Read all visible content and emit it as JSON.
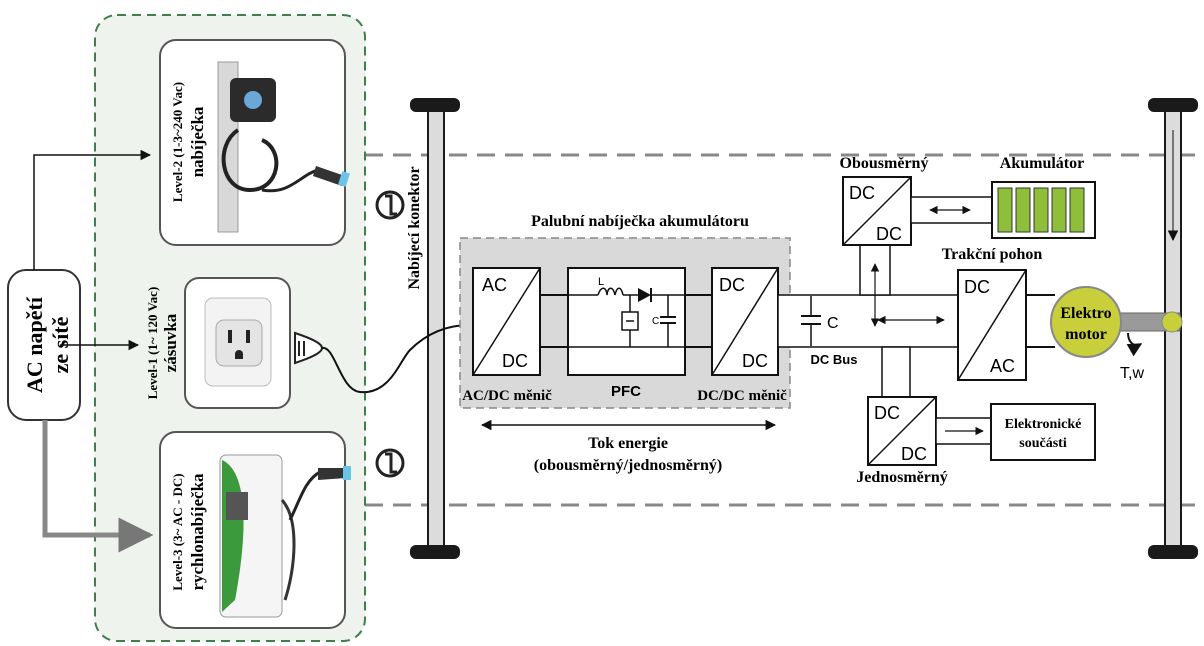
{
  "source": {
    "line1": "AC napětí",
    "line2": "ze sítě"
  },
  "chargers": [
    {
      "level": "Level-2 (1-3~240 Vac)",
      "name": "nabíječka"
    },
    {
      "level": "Level-1 (1~ 120 Vac)",
      "name": "zásuvka"
    },
    {
      "level": "Level-3 (3~ AC - DC)",
      "name": "rychlonabíječka"
    }
  ],
  "connector_label": "Nabíjecí konektor",
  "onboard": {
    "title": "Palubní nabíječka akumulátoru",
    "acdc": {
      "top": "AC",
      "bottom": "DC",
      "caption": "AC/DC měnič"
    },
    "pfc": {
      "inductor": "L",
      "cap": "C",
      "caption": "PFC"
    },
    "dcdc": {
      "top": "DC",
      "bottom": "DC",
      "caption": "DC/DC měnič"
    }
  },
  "energy_flow": {
    "line1": "Tok energie",
    "line2": "(obousměrný/jednosměrný)"
  },
  "bus": {
    "cap": "C",
    "label": "DC Bus"
  },
  "bidirectional": {
    "label": "Obousměrný",
    "top": "DC",
    "bottom": "DC"
  },
  "battery": {
    "label": "Akumulátor"
  },
  "traction": {
    "label": "Trakční pohon",
    "top": "DC",
    "bottom": "AC"
  },
  "motor": {
    "line1": "Elektro",
    "line2": "motor",
    "output": "T,w"
  },
  "unidirectional": {
    "label": "Jednosměrný",
    "top": "DC",
    "bottom": "DC"
  },
  "electronics": {
    "line1": "Elektronické",
    "line2": "součásti"
  },
  "colors": {
    "charger_panel_border": "#3f7f4a",
    "charger_panel_bg": "#eef3ee",
    "module_bg": "#d9d9d9",
    "battery_cell": "#8fbf3a",
    "motor_fill": "#c9cf3a",
    "axle": "#1a1a1a"
  }
}
